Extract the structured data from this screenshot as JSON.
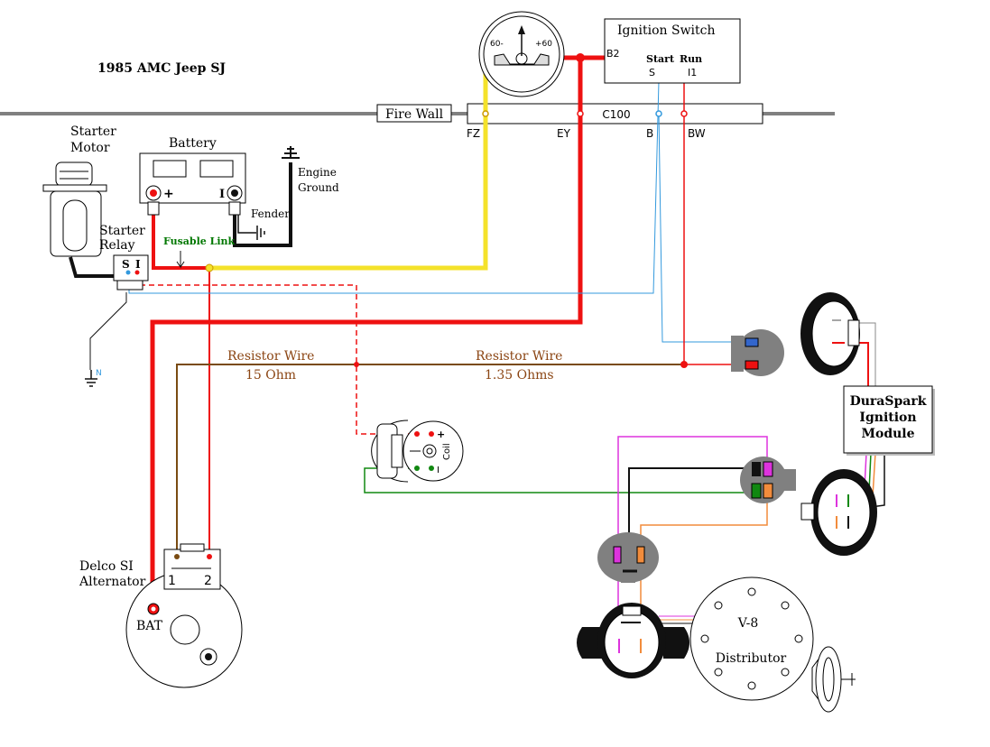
{
  "title": "1985 AMC Jeep SJ",
  "labels": {
    "starter_motor_line1": "Starter",
    "starter_motor_line2": "Motor",
    "battery": "Battery",
    "battery_plus": "+",
    "battery_minus": "I",
    "engine_ground_line1": "Engine",
    "engine_ground_line2": "Ground",
    "fender": "Fender",
    "starter_relay_line1": "Starter",
    "starter_relay_line2": "Relay",
    "relay_s": "S",
    "relay_i": "I",
    "fusable_link": "Fusable Link",
    "ground_n": "N",
    "firewall": "Fire Wall",
    "connector": "C100",
    "pin_fz": "FZ",
    "pin_ey": "EY",
    "pin_b": "B",
    "pin_bw": "BW",
    "gauge_left": "60-",
    "gauge_right": "+60",
    "ignition_switch": "Ignition Switch",
    "switch_b2": "B2",
    "switch_start": "Start",
    "switch_run": "Run",
    "switch_s": "S",
    "switch_i1": "I1",
    "resistor_wire_1": "Resistor Wire",
    "resistor_value_1": "15 Ohm",
    "resistor_wire_2": "Resistor Wire",
    "resistor_value_2": "1.35 Ohms",
    "coil": "Coil",
    "coil_plus": "+",
    "coil_minus": "I",
    "duraspark_line1": "DuraSpark",
    "duraspark_line2": "Ignition",
    "duraspark_line3": "Module",
    "alternator_line1": "Delco SI",
    "alternator_line2": "Alternator",
    "alt_terminal_1": "1",
    "alt_terminal_2": "2",
    "alt_bat": "BAT",
    "distributor_line1": "V-8",
    "distributor_line2": "Distributor"
  },
  "colors": {
    "battery_feed": "#ee1111",
    "gauge_feed": "#f4e22a",
    "start_wire": "#3399dd",
    "resistor_wire": "#7a4b12",
    "coil_return": "#118811",
    "ground": "#111111",
    "firewall": "#808080",
    "fusable_link_text": "#007700",
    "resistor_text": "#8b4513",
    "magenta": "#dd33dd",
    "orange": "#f28c3c"
  }
}
